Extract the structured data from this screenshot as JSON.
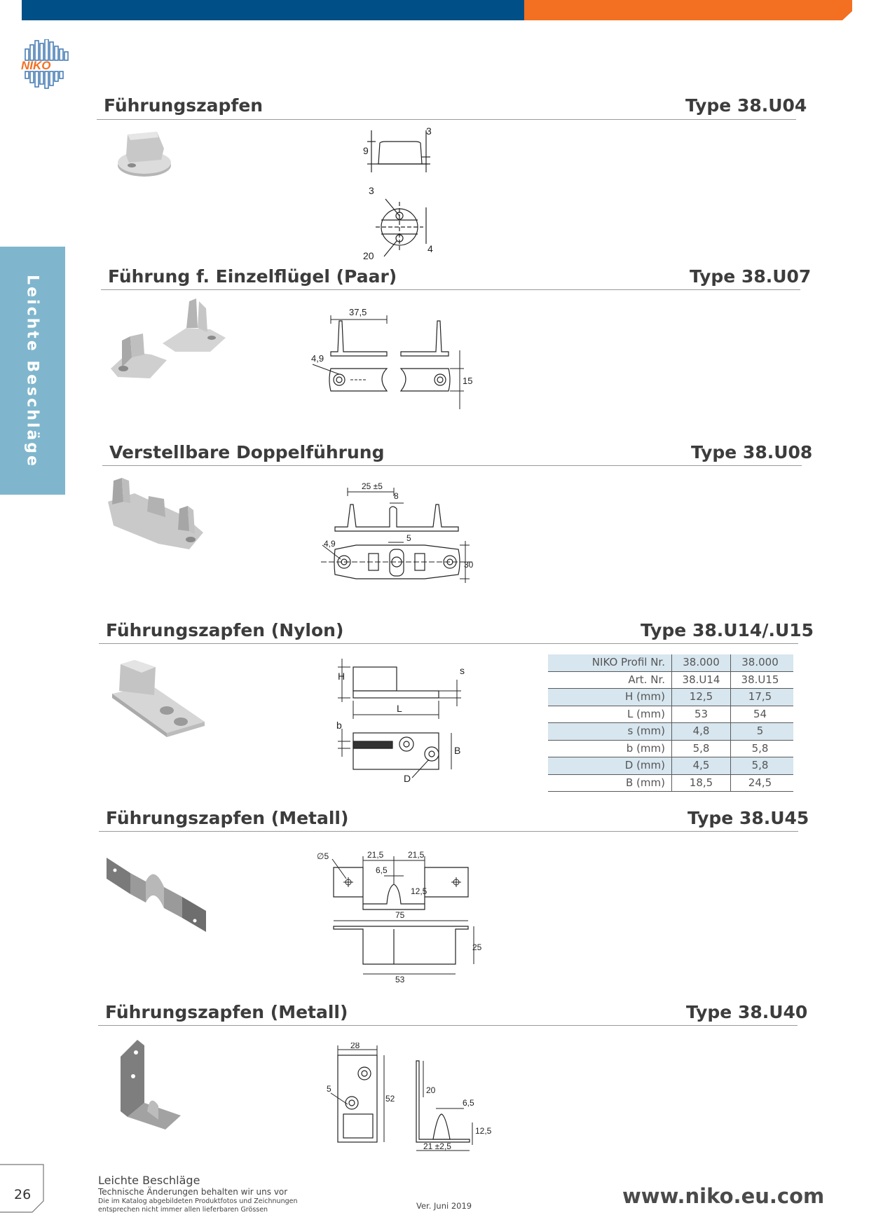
{
  "header": {
    "logo_text": "NIKO",
    "side_tab": "Leichte Beschläge"
  },
  "sections": [
    {
      "title": "Führungszapfen",
      "type": "Type 38.U04",
      "dims": [
        "3",
        "9",
        "3",
        "20",
        "4"
      ]
    },
    {
      "title": "Führung f. Einzelflügel (Paar)",
      "type": "Type 38.U07",
      "dims": [
        "37,5",
        "4,9",
        "15"
      ]
    },
    {
      "title": "Verstellbare Doppelführung",
      "type": "Type 38.U08",
      "dims": [
        "25 ±5",
        "8",
        "5",
        "4,9",
        "30"
      ]
    },
    {
      "title": "Führungszapfen (Nylon)",
      "type": "Type 38.U14/.U15",
      "dims": [
        "H",
        "s",
        "L",
        "b",
        "B",
        "D"
      ]
    },
    {
      "title": "Führungszapfen (Metall)",
      "type": "Type 38.U45",
      "dims": [
        "∅5",
        "21,5",
        "21,5",
        "6,5",
        "12,5",
        "75",
        "25",
        "53"
      ]
    },
    {
      "title": "Führungszapfen (Metall)",
      "type": "Type 38.U40",
      "dims": [
        "28",
        "5",
        "52",
        "20",
        "6,5",
        "12,5",
        "21 ±2,5"
      ]
    }
  ],
  "spec_table": {
    "rows": [
      {
        "label": "NIKO Profil Nr.",
        "v1": "38.000",
        "v2": "38.000"
      },
      {
        "label": "Art. Nr.",
        "v1": "38.U14",
        "v2": "38.U15"
      },
      {
        "label": "H (mm)",
        "v1": "12,5",
        "v2": "17,5"
      },
      {
        "label": "L (mm)",
        "v1": "53",
        "v2": "54"
      },
      {
        "label": "s (mm)",
        "v1": "4,8",
        "v2": "5"
      },
      {
        "label": "b (mm)",
        "v1": "5,8",
        "v2": "5,8"
      },
      {
        "label": "D (mm)",
        "v1": "4,5",
        "v2": "5,8"
      },
      {
        "label": "B (mm)",
        "v1": "18,5",
        "v2": "24,5"
      }
    ]
  },
  "footer": {
    "page_number": "26",
    "title": "Leichte Beschläge",
    "line2": "Technische Änderungen behalten wir uns vor",
    "line3a": "Die im Katalog abgebildeten Produktfotos und Zeichnungen",
    "line3b": "entsprechen nicht immer allen lieferbaren Grössen",
    "version": "Ver.  Juni 2019",
    "url": "www.niko.eu.com"
  }
}
